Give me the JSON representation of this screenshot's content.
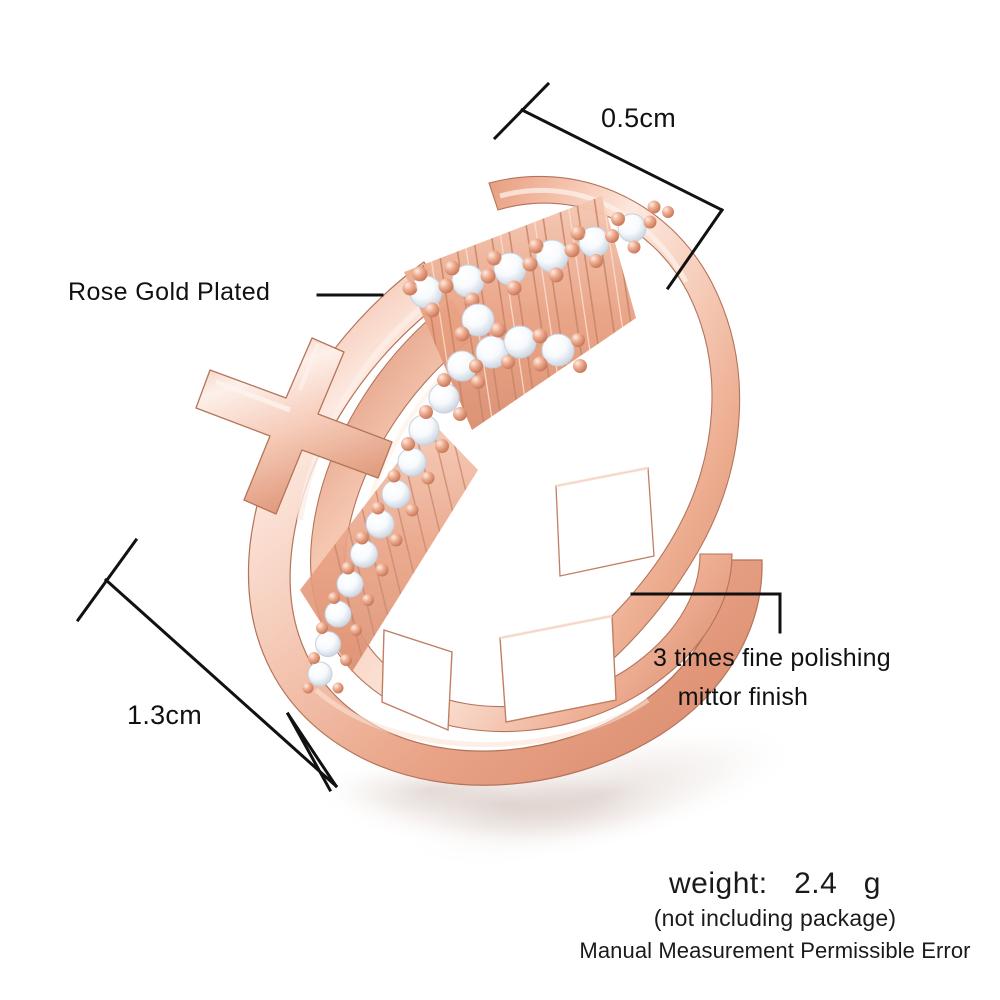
{
  "product": {
    "type": "ring",
    "style": "double-band cross ring with pave cubic zirconia",
    "finish_color": "#e3a78f"
  },
  "annotations": {
    "material": {
      "label": "Rose Gold Plated",
      "leader": "horizontal-line"
    },
    "dimension_width": {
      "value": "0.5cm",
      "axis": "band-width"
    },
    "dimension_length": {
      "value": "1.3cm",
      "axis": "ring-face-length"
    },
    "polishing": {
      "line1": "3 times fine polishing",
      "line2": "mittor finish"
    }
  },
  "footer": {
    "weight_line": "weight:   2.4   g",
    "weight_label": "weight:",
    "weight_value": "2.4",
    "weight_unit": "g",
    "package_note": "(not including package)",
    "error_note": "Manual Measurement Permissible Error"
  },
  "colors": {
    "background": "#ffffff",
    "line": "#111111",
    "text": "#111111",
    "rose_gold_light": "#fbe4da",
    "rose_gold_mid": "#f0b9a3",
    "rose_gold_deep": "#d98f72",
    "rose_gold_shadow": "#b86f53",
    "stone_white": "#ffffff",
    "stone_edge": "#cfd6e0",
    "drop_shadow": "#d9ccc6"
  }
}
